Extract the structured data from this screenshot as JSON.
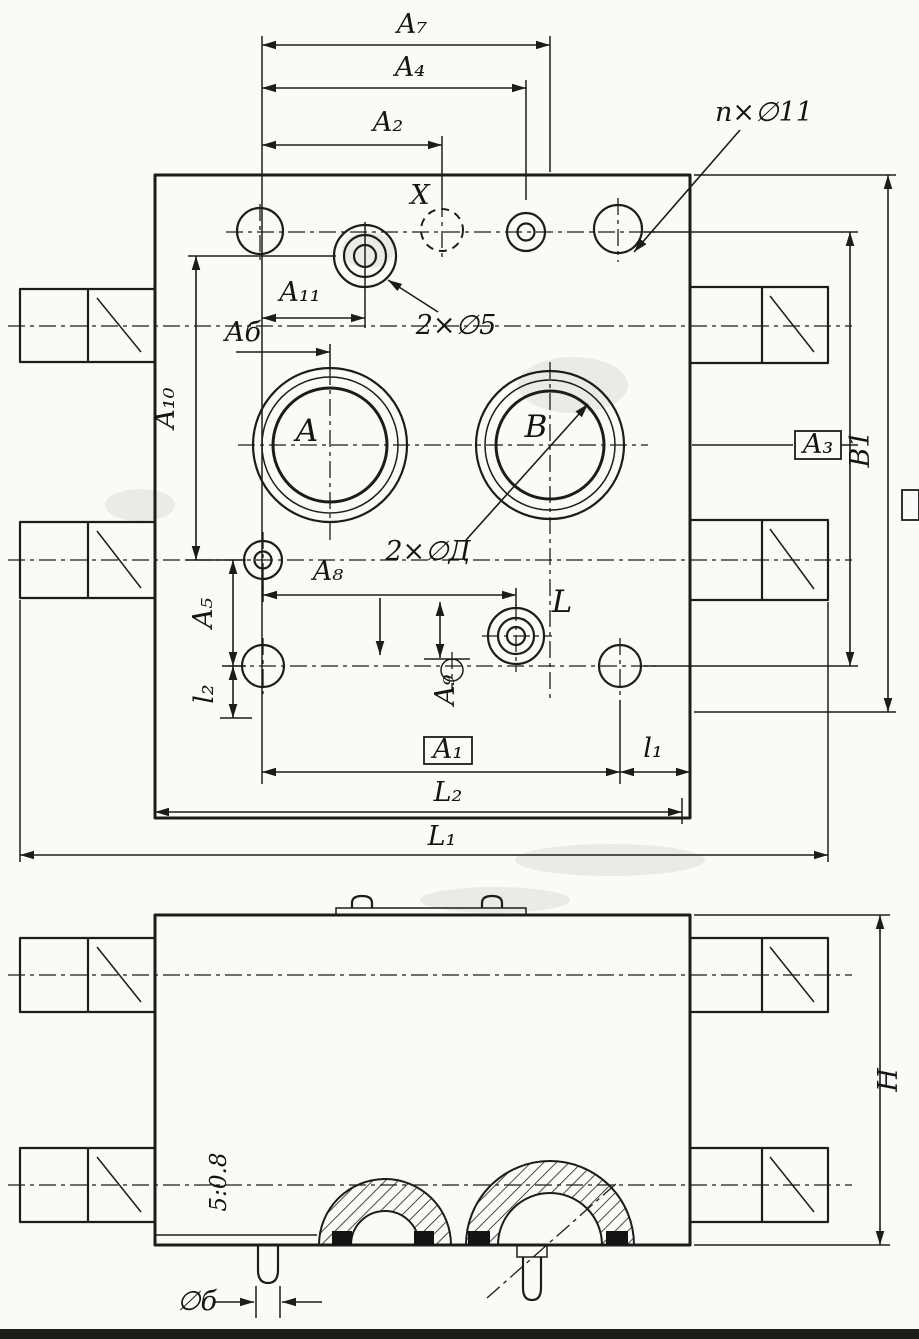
{
  "drawing": {
    "type": "valve-mounting-plate-drawing",
    "top_view": {
      "ports": {
        "a": "A",
        "b": "B",
        "l": "L",
        "x": "X"
      },
      "callouts": {
        "bolt_holes": "п×∅11",
        "pilot_holes": "2×∅5",
        "main_ports": "2×∅Д"
      },
      "dimensions": {
        "a1": "A₁",
        "a2": "A₂",
        "a3": "A₃",
        "a4": "A₄",
        "a5": "A₅",
        "a6": "Aб",
        "a7": "A₇",
        "a8": "A₈",
        "a9": "A₉",
        "a10": "A₁₀",
        "a11": "A₁₁",
        "b1": "B1",
        "l1": "l₁",
        "l2": "l₂",
        "L1": "L₁",
        "L2": "L₂"
      }
    },
    "front_view": {
      "dimensions": {
        "h": "H",
        "groove": "5:0.8",
        "pin_diameter": "∅б"
      }
    }
  }
}
